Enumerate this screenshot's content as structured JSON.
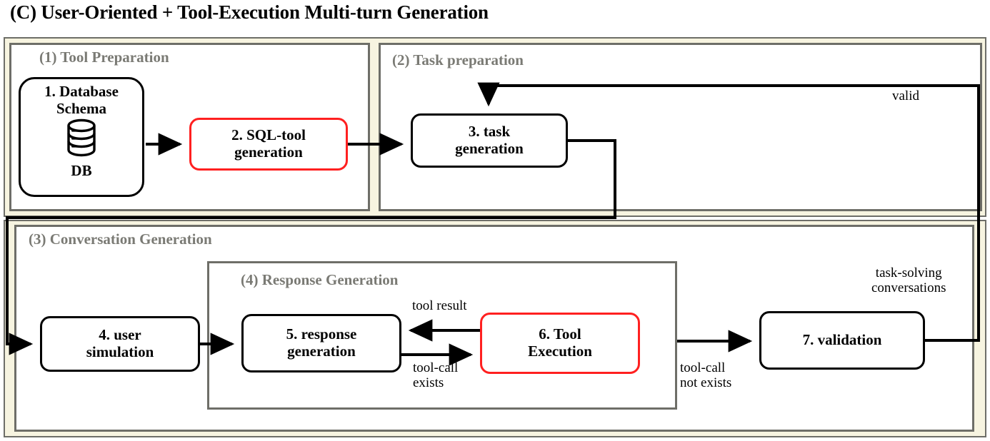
{
  "title": "(C) User-Oriented + Tool-Execution Multi-turn Generation",
  "colors": {
    "highlight_red": "#ff2020",
    "panel_border": "#6e6e68",
    "panel_label": "#7a7a74",
    "frame_fill": "#f7f4e0",
    "edge": "#000000"
  },
  "panels": [
    {
      "id": "tool-preparation",
      "label": "(1) Tool Preparation"
    },
    {
      "id": "task-preparation",
      "label": "(2) Task preparation"
    },
    {
      "id": "conversation-generation",
      "label": "(3) Conversation Generation"
    },
    {
      "id": "response-generation",
      "label": "(4) Response Generation"
    }
  ],
  "nodes": [
    {
      "id": "database-schema",
      "label": "1. Database\nSchema",
      "caption": "DB",
      "highlight": false,
      "icon": "database-icon"
    },
    {
      "id": "sql-tool-generation",
      "label": "2. SQL-tool\ngeneration",
      "highlight": true
    },
    {
      "id": "task-generation",
      "label": "3. task\ngeneration",
      "highlight": false
    },
    {
      "id": "user-simulation",
      "label": "4. user\nsimulation",
      "highlight": false
    },
    {
      "id": "response-generation-node",
      "label": "5. response\ngeneration",
      "highlight": false
    },
    {
      "id": "tool-execution",
      "label": "6. Tool\nExecution",
      "highlight": true
    },
    {
      "id": "validation",
      "label": "7. validation",
      "highlight": false
    }
  ],
  "edge_labels": [
    {
      "id": "valid",
      "text": "valid"
    },
    {
      "id": "tool-result",
      "text": "tool result"
    },
    {
      "id": "tool-call-exists",
      "text": "tool-call\nexists"
    },
    {
      "id": "tool-call-not-exists",
      "text": "tool-call\nnot exists"
    },
    {
      "id": "task-solving-conversations",
      "text": "task-solving\nconversations"
    }
  ]
}
